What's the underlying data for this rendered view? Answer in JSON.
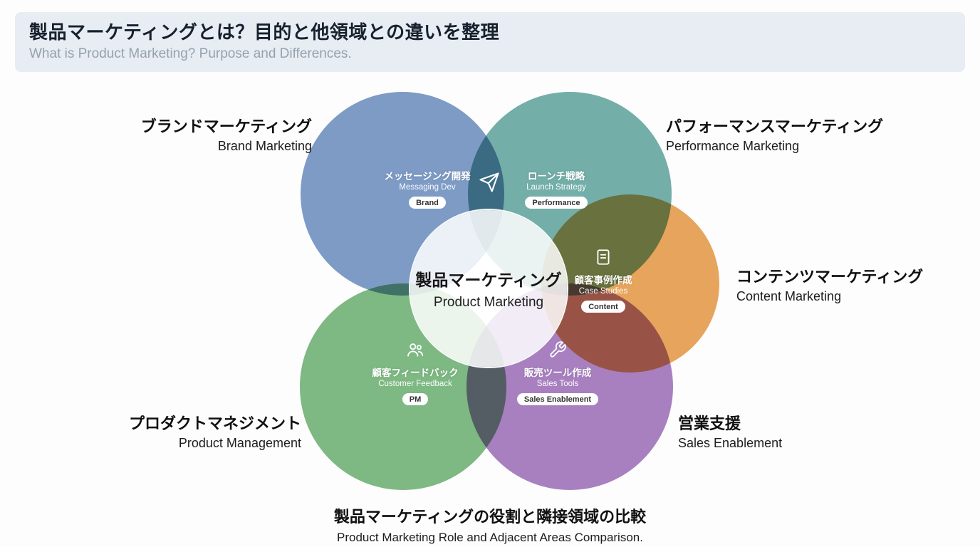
{
  "header": {
    "title_ja": "製品マーケティングとは？目的と他領域との違いを整理",
    "title_en": "What is Product Marketing? Purpose and Differences.",
    "background_color": "#e7edf2"
  },
  "center": {
    "title_ja": "製品マーケティング",
    "title_en": "Product Marketing"
  },
  "areas": [
    {
      "id": "brand",
      "label_ja": "ブランドマーケティング",
      "label_en": "Brand Marketing",
      "color": "#7f9cc7"
    },
    {
      "id": "performance",
      "label_ja": "パフォーマンスマーケティング",
      "label_en": "Performance Marketing",
      "color": "#74b0a9"
    },
    {
      "id": "content",
      "label_ja": "コンテンツマーケティング",
      "label_en": "Content Marketing",
      "color": "#e9a55d"
    },
    {
      "id": "pm",
      "label_ja": "プロダクトマネジメント",
      "label_en": "Product Management",
      "color": "#7fba84"
    },
    {
      "id": "sales",
      "label_ja": "営業支援",
      "label_en": "Sales Enablement",
      "color": "#a981c2"
    }
  ],
  "overlaps": [
    {
      "id": "messaging",
      "icon": "paper-plane-icon",
      "label_ja": "メッセージング開発",
      "label_en": "Messaging Dev",
      "badge": "Brand"
    },
    {
      "id": "launch",
      "icon": "paper-plane-icon",
      "label_ja": "ローンチ戦略",
      "label_en": "Launch Strategy",
      "badge": "Performance"
    },
    {
      "id": "case-studies",
      "icon": "document-icon",
      "label_ja": "顧客事例作成",
      "label_en": "Case Studies",
      "badge": "Content"
    },
    {
      "id": "feedback",
      "icon": "people-icon",
      "label_ja": "顧客フィードバック",
      "label_en": "Customer Feedback",
      "badge": "PM"
    },
    {
      "id": "sales-tools",
      "icon": "wrench-icon",
      "label_ja": "販売ツール作成",
      "label_en": "Sales Tools",
      "badge": "Sales Enablement"
    }
  ],
  "caption": {
    "title_ja": "製品マーケティングの役割と隣接領域の比較",
    "title_en": "Product Marketing Role and Adjacent Areas Comparison."
  }
}
